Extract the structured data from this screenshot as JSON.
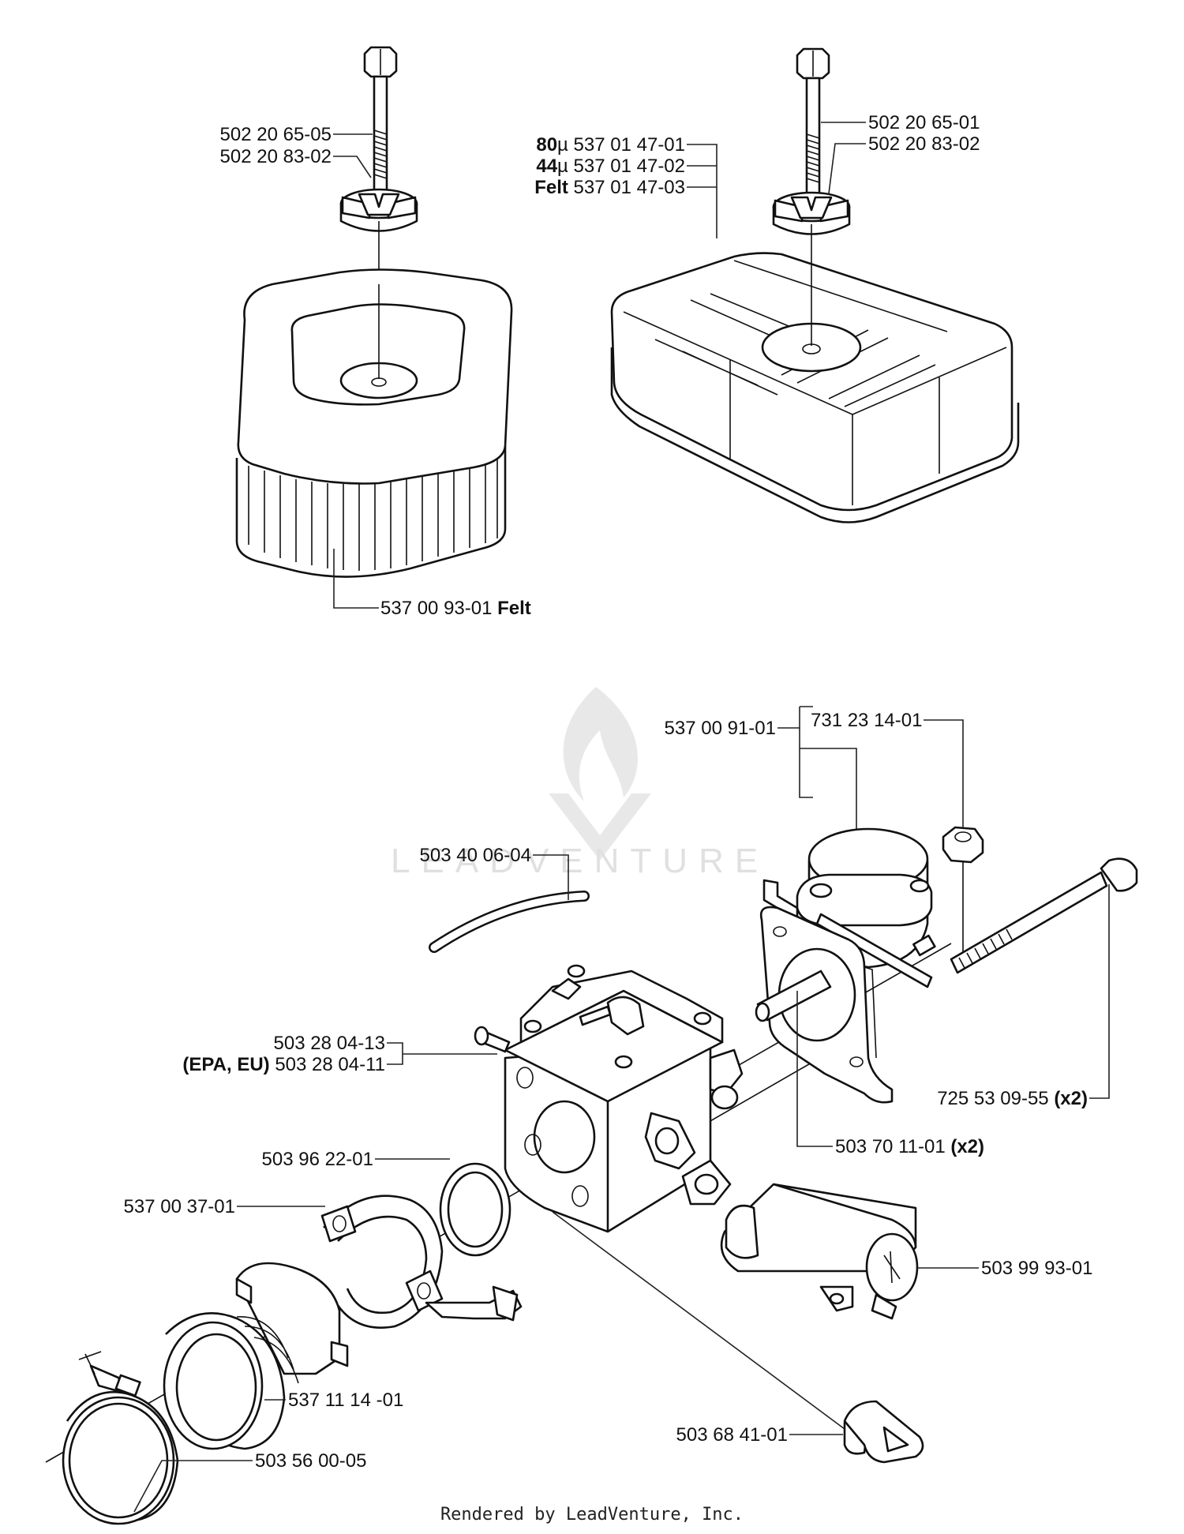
{
  "diagram": {
    "watermark": "LEADVENTURE",
    "footer": "Rendered by LeadVenture, Inc.",
    "callouts": {
      "bolt_left": "502 20 65-05",
      "washer_left": "502 20 83-02",
      "bolt_right": "502 20 65-01",
      "washer_right": "502 20 83-02",
      "filter_80_prefix": "80",
      "filter_80_unit": "µ",
      "filter_80_number": " 537 01 47-01",
      "filter_44_prefix": "44",
      "filter_44_unit": "µ",
      "filter_44_number": " 537 01 47-02",
      "filter_felt_prefix": "Felt",
      "filter_felt_number": " 537 01 47-03",
      "filter_left_number": "537 00 93-01 ",
      "filter_left_suffix": "Felt",
      "adapter": "537 00 91-01",
      "nut": "731 23 14-01",
      "fuel_hose": "503 40 06-04",
      "carb_number": "503 28 04-13",
      "carb_epa_prefix": "(EPA, EU)",
      "carb_epa_number": " 503 28 04-11",
      "screw_number": "725 53 09-55 ",
      "screw_qty": "(x2)",
      "sleeve_number": "503 70 11-01 ",
      "sleeve_qty": "(x2)",
      "gasket": "503 96 22-01",
      "clamp_ring": "537 00 37-01",
      "choke_rod": "503 99 93-01",
      "intake_boot": "537 11 14 -01",
      "throttle_lever": "503 68 41-01",
      "hose_clamp": "503 56 00-05"
    }
  }
}
